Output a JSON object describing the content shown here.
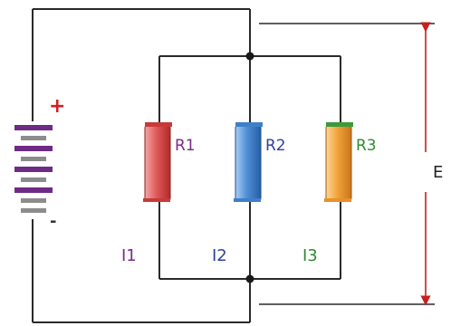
{
  "diagram": {
    "battery": {
      "plus_label": "+",
      "minus_label": "-"
    },
    "resistors": [
      {
        "label": "R1",
        "current_label": "I1"
      },
      {
        "label": "R2",
        "current_label": "I2"
      },
      {
        "label": "R3",
        "current_label": "I3"
      }
    ],
    "voltage_label": "E",
    "colors": {
      "wire": "#2a2a2a",
      "battery_cell_long": "#6e2b86",
      "battery_cell_short": "#8c8c8c",
      "plus": "#d11f1f",
      "minus": "#333333",
      "r1_fill": "#e05a5a",
      "r1_label": "#7a2a8a",
      "r2_fill": "#4f8fd6",
      "r2_label": "#2f3f9e",
      "r3_fill": "#f2a33a",
      "r3_label": "#2e8b2e",
      "i1_label": "#7a2a8a",
      "i2_label": "#2f3f9e",
      "i3_label": "#2e8b2e",
      "arrow": "#c62020"
    }
  }
}
